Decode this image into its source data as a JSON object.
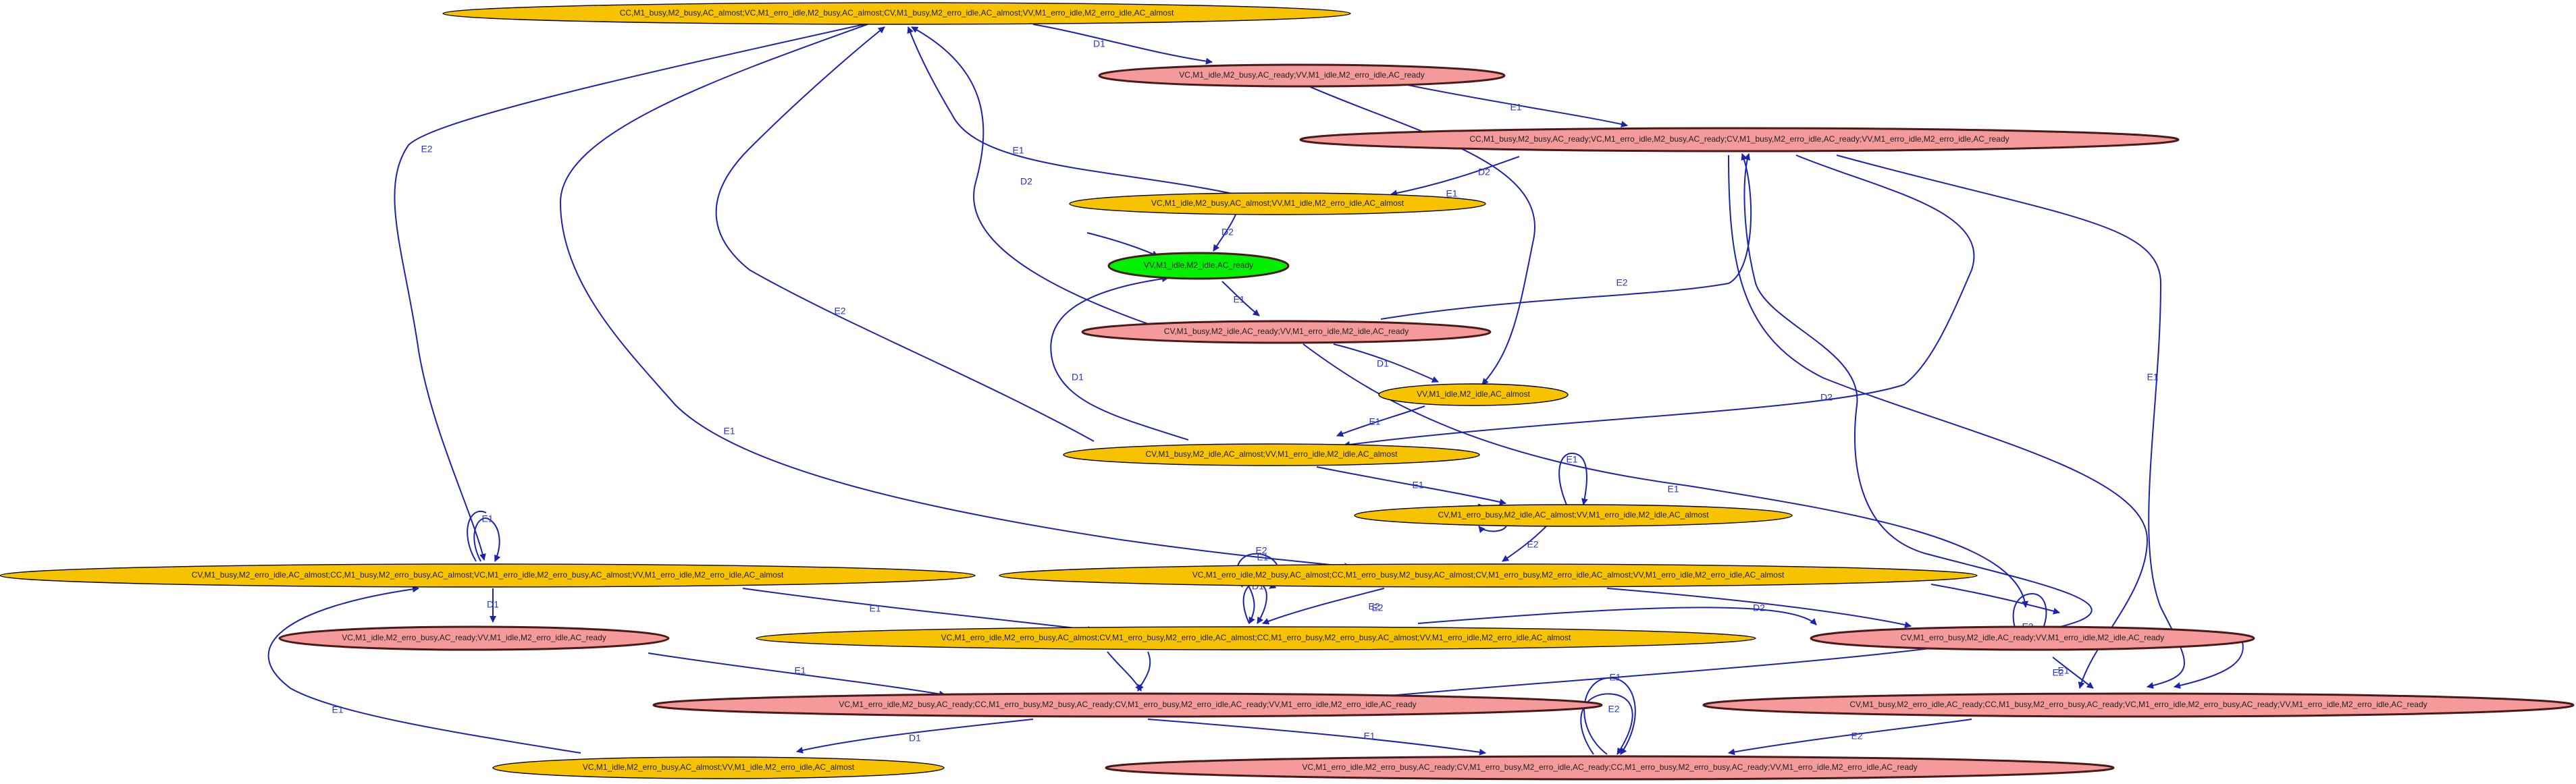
{
  "colors": {
    "almost": "#f7c300",
    "ready": "#f59a9a",
    "initial": "#00f000",
    "edge": "#1c22b0"
  },
  "nodes": [
    {
      "id": "n1",
      "label": "CC,M1_busy,M2_busy,AC_almost;VC,M1_erro_idle,M2_busy,AC_almost;CV,M1_busy,M2_erro_idle,AC_almost;VV,M1_erro_idle,M2_erro_idle,AC_almost",
      "kind": "almost"
    },
    {
      "id": "n2",
      "label": "VC,M1_idle,M2_busy,AC_ready;VV,M1_idle,M2_erro_idle,AC_ready",
      "kind": "ready"
    },
    {
      "id": "n3",
      "label": "CC,M1_busy,M2_busy,AC_ready;VC,M1_erro_idle,M2_busy,AC_ready;CV,M1_busy,M2_erro_idle,AC_ready;VV,M1_erro_idle,M2_erro_idle,AC_ready",
      "kind": "ready"
    },
    {
      "id": "n4",
      "label": "VC,M1_idle,M2_busy,AC_almost;VV,M1_idle,M2_erro_idle,AC_almost",
      "kind": "almost"
    },
    {
      "id": "n5",
      "label": "VV,M1_idle,M2_idle,AC_ready",
      "kind": "initial"
    },
    {
      "id": "n6",
      "label": "CV,M1_busy,M2_idle,AC_ready;VV,M1_erro_idle,M2_idle,AC_ready",
      "kind": "ready"
    },
    {
      "id": "n7",
      "label": "VV,M1_idle,M2_idle,AC_almost",
      "kind": "almost"
    },
    {
      "id": "n8",
      "label": "CV,M1_busy,M2_idle,AC_almost;VV,M1_erro_idle,M2_idle,AC_almost",
      "kind": "almost"
    },
    {
      "id": "n9",
      "label": "CV,M1_erro_busy,M2_idle,AC_almost;VV,M1_erro_idle,M2_idle,AC_almost",
      "kind": "almost"
    },
    {
      "id": "n10",
      "label": "CV,M1_busy,M2_erro_idle,AC_almost;CC,M1_busy,M2_erro_busy,AC_almost;VC,M1_erro_idle,M2_erro_busy,AC_almost;VV,M1_erro_idle,M2_erro_idle,AC_almost",
      "kind": "almost"
    },
    {
      "id": "n11",
      "label": "VC,M1_erro_idle,M2_busy,AC_almost;CC,M1_erro_busy,M2_busy,AC_almost;CV,M1_erro_busy,M2_erro_idle,AC_almost;VV,M1_erro_idle,M2_erro_idle,AC_almost",
      "kind": "almost"
    },
    {
      "id": "n12",
      "label": "VC,M1_idle,M2_erro_busy,AC_ready;VV,M1_idle,M2_erro_idle,AC_ready",
      "kind": "ready"
    },
    {
      "id": "n13",
      "label": "VC,M1_erro_idle,M2_erro_busy,AC_almost;CV,M1_erro_busy,M2_erro_idle,AC_almost;CC,M1_erro_busy,M2_erro_busy,AC_almost;VV,M1_erro_idle,M2_erro_idle,AC_almost",
      "kind": "almost"
    },
    {
      "id": "n14",
      "label": "CV,M1_erro_busy,M2_idle,AC_ready;VV,M1_erro_idle,M2_idle,AC_ready",
      "kind": "ready"
    },
    {
      "id": "n15",
      "label": "CV,M1_busy,M2_erro_idle,AC_ready;CC,M1_busy,M2_erro_busy,AC_ready;VC,M1_erro_idle,M2_erro_busy,AC_ready;VV,M1_erro_idle,M2_erro_idle,AC_ready",
      "kind": "ready"
    },
    {
      "id": "n16",
      "label": "VC,M1_erro_idle,M2_busy,AC_ready;CC,M1_erro_busy,M2_busy,AC_ready;CV,M1_erro_busy,M2_erro_idle,AC_ready;VV,M1_erro_idle,M2_erro_idle,AC_ready",
      "kind": "ready"
    },
    {
      "id": "n17",
      "label": "VC,M1_idle,M2_erro_busy,AC_almost;VV,M1_idle,M2_erro_idle,AC_almost",
      "kind": "almost"
    },
    {
      "id": "n18",
      "label": "VC,M1_erro_idle,M2_erro_busy,AC_ready;CV,M1_erro_busy,M2_erro_idle,AC_ready;CC,M1_erro_busy,M2_erro_busy,AC_ready;VV,M1_erro_idle,M2_erro_idle,AC_ready",
      "kind": "ready"
    }
  ],
  "edge_labels": [
    "D1",
    "E1",
    "E2",
    "D2",
    "E1",
    "D2",
    "E1",
    "D2",
    "E1",
    "E2",
    "E2",
    "D1",
    "E1",
    "D1",
    "E1",
    "E1",
    "E1",
    "E2",
    "E1",
    "E2",
    "E1",
    "E1",
    "D1",
    "E1",
    "E1",
    "E2",
    "E1",
    "D2",
    "E2",
    "E1",
    "D1",
    "E1",
    "E1",
    "E2",
    "E1",
    "E2",
    "E1",
    "E2",
    "D2",
    "E2",
    "D1",
    "E1",
    "E2"
  ]
}
